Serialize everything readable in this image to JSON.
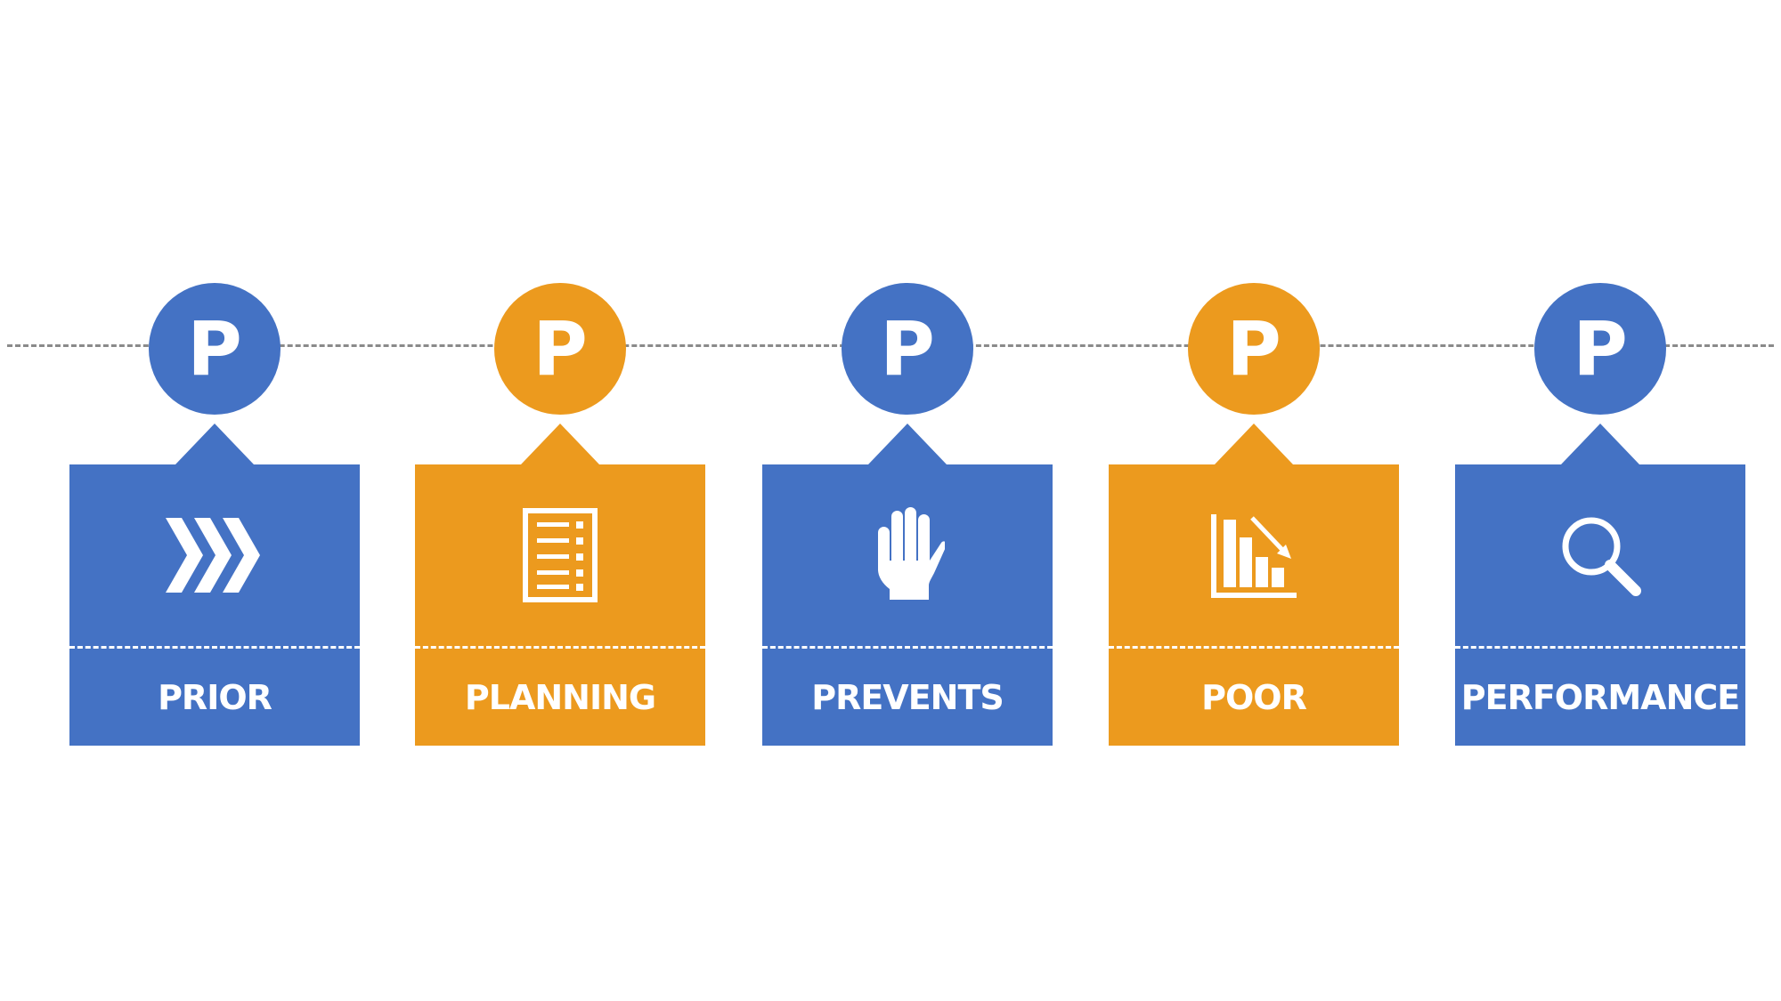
{
  "colors": {
    "blue": "#4472c4",
    "orange": "#ec9a1e",
    "line": "#8a8a8a",
    "background": "#ffffff"
  },
  "stages": [
    {
      "letter": "P",
      "label": "PRIOR",
      "color": "blue",
      "icon": "chevrons-right-icon"
    },
    {
      "letter": "P",
      "label": "PLANNING",
      "color": "orange",
      "icon": "checklist-icon"
    },
    {
      "letter": "P",
      "label": "PREVENTS",
      "color": "blue",
      "icon": "stop-hand-icon"
    },
    {
      "letter": "P",
      "label": "POOR",
      "color": "orange",
      "icon": "declining-bar-chart-icon"
    },
    {
      "letter": "P",
      "label": "PERFORMANCE",
      "color": "blue",
      "icon": "magnifier-icon"
    }
  ]
}
